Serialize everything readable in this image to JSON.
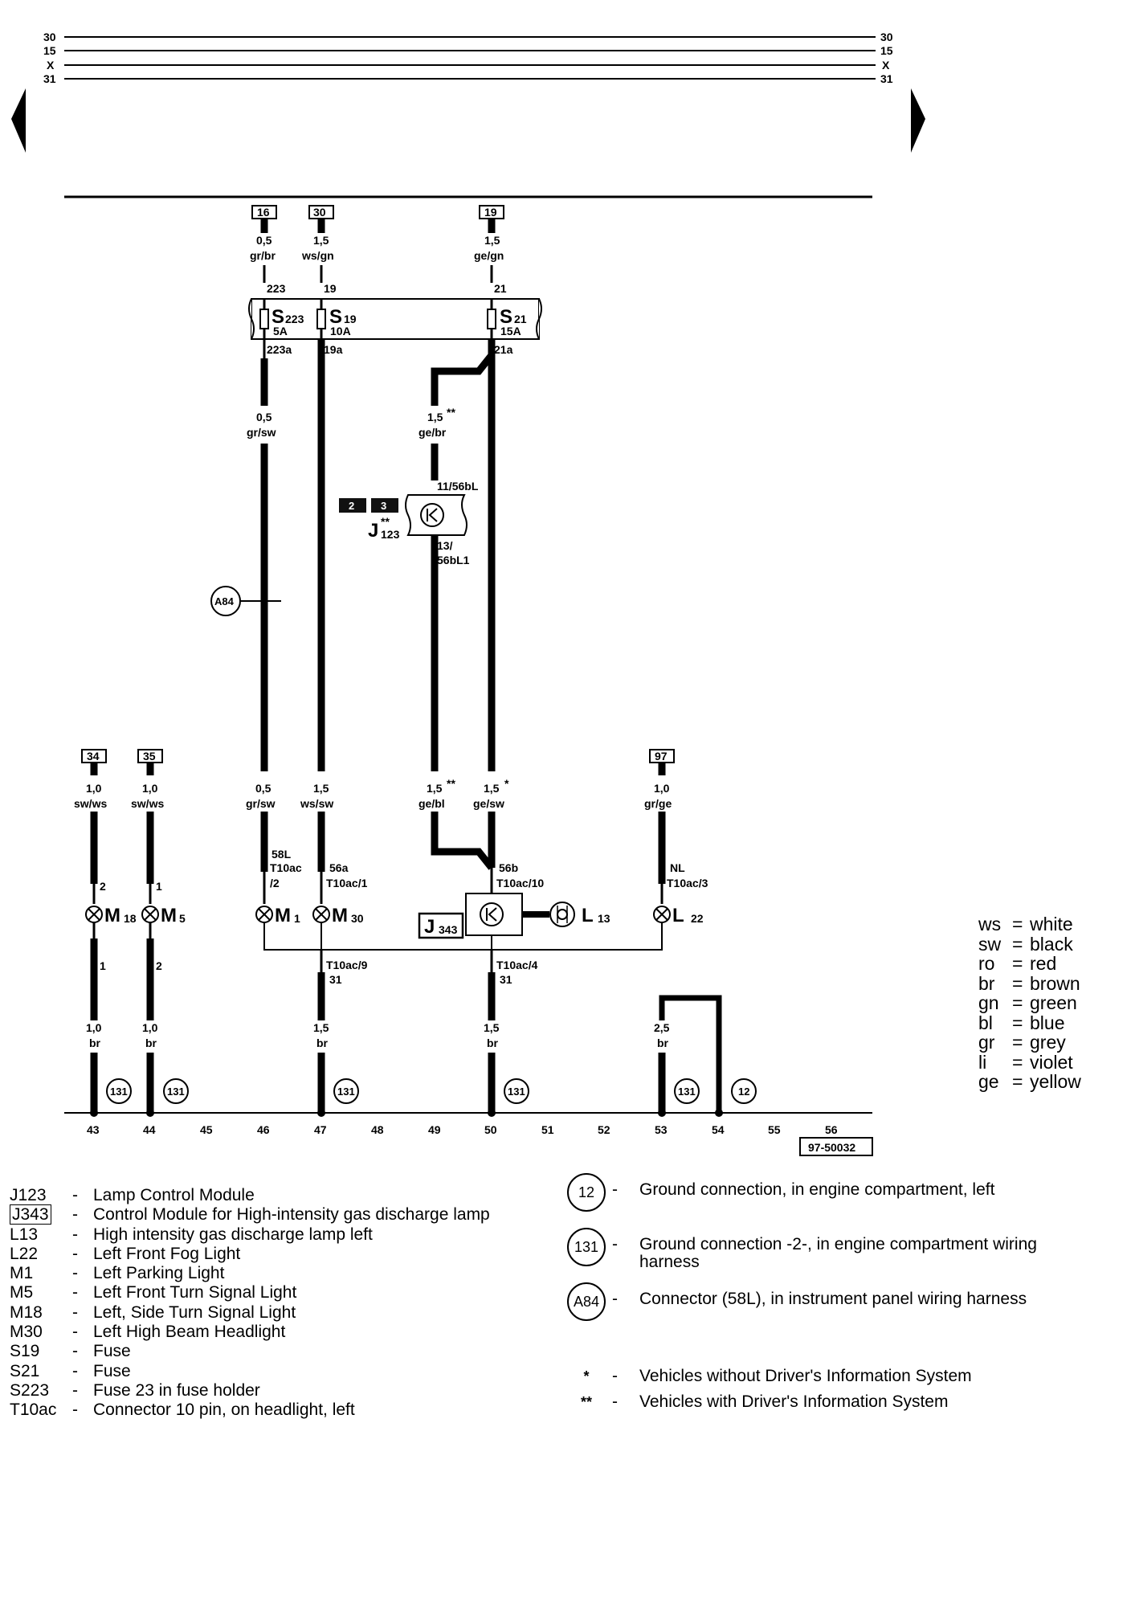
{
  "top_rails": {
    "labels": [
      "30",
      "15",
      "X",
      "31"
    ]
  },
  "terminals": [
    {
      "id": "t16",
      "num": "16",
      "size": "0,5",
      "color": "gr/br"
    },
    {
      "id": "t30",
      "num": "30",
      "size": "1,5",
      "color": "ws/gn"
    },
    {
      "id": "t19",
      "num": "19",
      "size": "1,5",
      "color": "ge/gn"
    },
    {
      "id": "t34",
      "num": "34",
      "size": "1,0",
      "color": "sw/ws"
    },
    {
      "id": "t35",
      "num": "35",
      "size": "1,0",
      "color": "sw/ws"
    },
    {
      "id": "t97",
      "num": "97",
      "size": "1,0",
      "color": "gr/ge"
    }
  ],
  "fuse_box": {
    "fuses": [
      {
        "name": "S",
        "sub": "223",
        "rating": "5A",
        "in": "223",
        "out": "223a"
      },
      {
        "name": "S",
        "sub": "19",
        "rating": "10A",
        "in": "19",
        "out": "19a"
      },
      {
        "name": "S",
        "sub": "21",
        "rating": "15A",
        "in": "21",
        "out": "21a"
      }
    ]
  },
  "wires": {
    "w1": {
      "size": "0,5",
      "color": "gr/sw"
    },
    "w2": {
      "size": "1,5",
      "stars": "**",
      "color": "ge/br"
    },
    "w3": {
      "size": "0,5",
      "color": "gr/sw"
    },
    "w4": {
      "size": "1,5",
      "color": "ws/sw"
    },
    "w5": {
      "size": "1,5",
      "stars": "**",
      "color": "ge/bl"
    },
    "w6": {
      "size": "1,5",
      "stars": "*",
      "color": "ge/sw"
    },
    "w7": {
      "size": "1,0",
      "color": "br"
    },
    "w8": {
      "size": "1,0",
      "color": "br"
    },
    "w9": {
      "size": "1,5",
      "color": "br"
    },
    "w10": {
      "size": "1,5",
      "color": "br"
    },
    "w11": {
      "size": "2,5",
      "color": "br"
    }
  },
  "pins": {
    "j123_in": "11/56bL",
    "j123_out_a": "13/",
    "j123_out_b": "56bL1",
    "m18_top": "2",
    "m5_top": "1",
    "m1_top_a": "58L",
    "m1_top_b": "T10ac",
    "m1_top_c": "/2",
    "m30_top_a": "56a",
    "m30_top_b": "T10ac/1",
    "j343_top_a": "56b",
    "j343_top_b": "T10ac/10",
    "l22_top_a": "NL",
    "l22_top_b": "T10ac/3",
    "m18_bot": "1",
    "m5_bot": "2",
    "m30_bot_a": "T10ac/9",
    "m30_bot_b": "31",
    "j343_bot_a": "T10ac/4",
    "j343_bot_b": "31"
  },
  "modules": {
    "j123": {
      "label": "J",
      "sub": "123",
      "stars": "**",
      "box1": "2",
      "box2": "3"
    },
    "j343": {
      "label": "J",
      "sub": "343"
    },
    "a84": "A84"
  },
  "lamps": [
    {
      "name": "M",
      "sub": "18"
    },
    {
      "name": "M",
      "sub": "5"
    },
    {
      "name": "M",
      "sub": "1"
    },
    {
      "name": "M",
      "sub": "30"
    },
    {
      "name": "L",
      "sub": "13"
    },
    {
      "name": "L",
      "sub": "22"
    }
  ],
  "grounds": [
    "131",
    "131",
    "131",
    "131",
    "131",
    "12"
  ],
  "bottom_numbers": [
    "43",
    "44",
    "45",
    "46",
    "47",
    "48",
    "49",
    "50",
    "51",
    "52",
    "53",
    "54",
    "55",
    "56"
  ],
  "figure_code": "97-50032",
  "color_legend": [
    {
      "abbr": "ws",
      "name": "white"
    },
    {
      "abbr": "sw",
      "name": "black"
    },
    {
      "abbr": "ro",
      "name": "red"
    },
    {
      "abbr": "br",
      "name": "brown"
    },
    {
      "abbr": "gn",
      "name": "green"
    },
    {
      "abbr": "bl",
      "name": "blue"
    },
    {
      "abbr": "gr",
      "name": "grey"
    },
    {
      "abbr": "li",
      "name": "violet"
    },
    {
      "abbr": "ge",
      "name": "yellow"
    }
  ],
  "components": [
    {
      "code": "J123",
      "desc": "Lamp Control Module",
      "boxed": false
    },
    {
      "code": "J343",
      "desc": "Control Module for High-intensity gas discharge lamp",
      "boxed": true
    },
    {
      "code": "L13",
      "desc": "High intensity gas discharge lamp left",
      "boxed": false
    },
    {
      "code": "L22",
      "desc": "Left Front Fog Light",
      "boxed": false
    },
    {
      "code": "M1",
      "desc": "Left Parking Light",
      "boxed": false
    },
    {
      "code": "M5",
      "desc": "Left Front Turn Signal Light",
      "boxed": false
    },
    {
      "code": "M18",
      "desc": "Left, Side Turn Signal Light",
      "boxed": false
    },
    {
      "code": "M30",
      "desc": "Left High Beam Headlight",
      "boxed": false
    },
    {
      "code": "S19",
      "desc": "Fuse",
      "boxed": false
    },
    {
      "code": "S21",
      "desc": "Fuse",
      "boxed": false
    },
    {
      "code": "S223",
      "desc": "Fuse 23 in fuse holder",
      "boxed": false
    },
    {
      "code": "T10ac",
      "desc": "Connector 10 pin, on headlight, left",
      "boxed": false
    }
  ],
  "notes": [
    {
      "symbol": "12",
      "type": "circle",
      "text": "Ground connection, in engine compartment, left"
    },
    {
      "symbol": "131",
      "type": "circle",
      "text": "Ground connection -2-, in engine compartment wiring harness"
    },
    {
      "symbol": "A84",
      "type": "circle",
      "text": "Connector (58L), in instrument panel wiring harness"
    },
    {
      "symbol": "*",
      "type": "star",
      "text": "Vehicles without Driver's Information System"
    },
    {
      "symbol": "**",
      "type": "star",
      "text": "Vehicles with Driver's Information System"
    }
  ]
}
